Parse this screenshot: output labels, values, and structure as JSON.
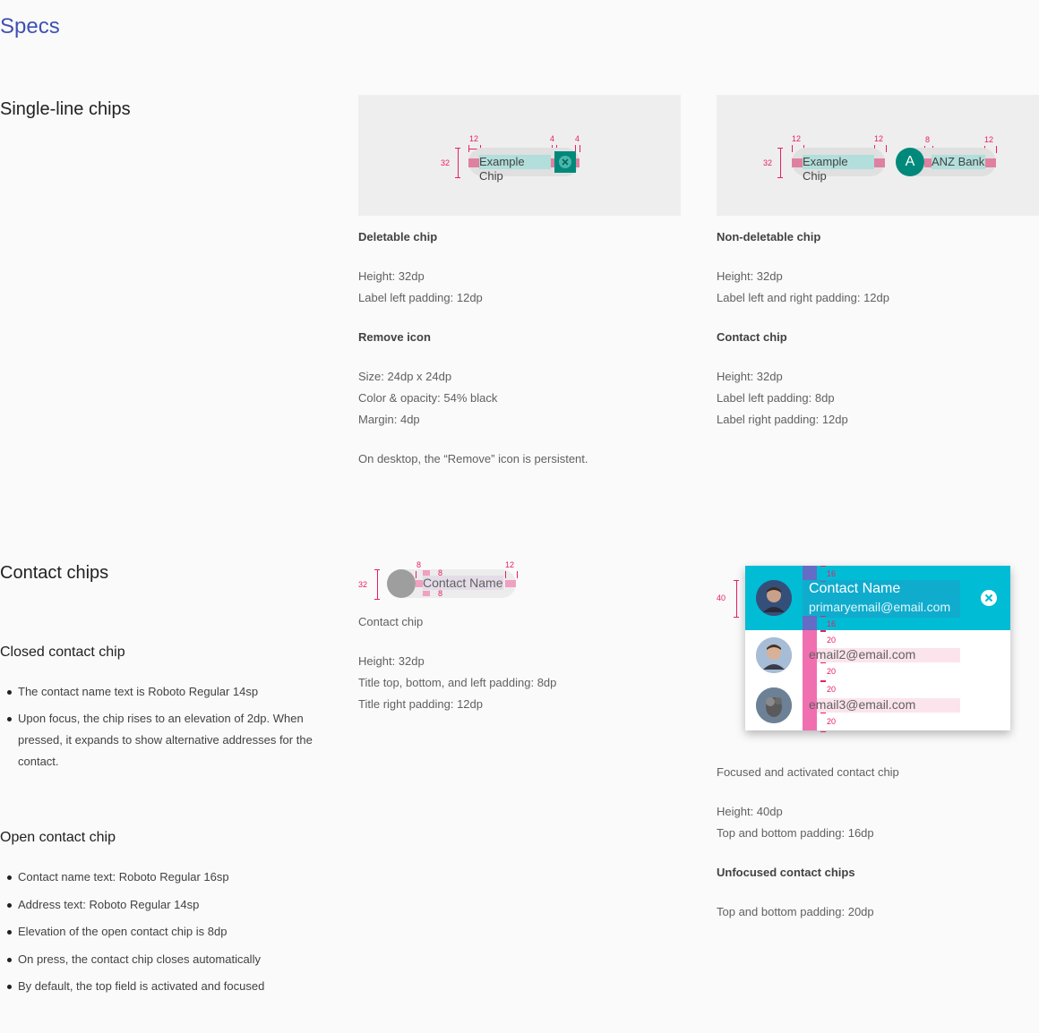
{
  "page_title": "Specs",
  "single_line": {
    "heading": "Single-line chips",
    "deletable": {
      "diagram": {
        "chip_label": "Example Chip",
        "dim_height": "32",
        "dim_left": "12",
        "dim_m1": "4",
        "dim_m2": "4"
      },
      "title": "Deletable chip",
      "height": "Height: 32dp",
      "padding": "Label left padding: 12dp",
      "remove_title": "Remove icon",
      "size": "Size: 24dp x 24dp",
      "color": "Color & opacity: 54% black",
      "margin": "Margin: 4dp",
      "note": "On desktop, the “Remove” icon is persistent."
    },
    "non_deletable": {
      "diagram": {
        "chip_label": "Example Chip",
        "contact_label": "ANZ Bank",
        "avatar_letter": "A",
        "dim_height": "32",
        "dim_left": "12",
        "dim_right": "12",
        "dim_contact_left": "8",
        "dim_contact_right": "12"
      },
      "title": "Non-deletable chip",
      "height": "Height: 32dp",
      "padding": "Label left and right padding: 12dp",
      "contact_title": "Contact chip",
      "contact_height": "Height: 32dp",
      "contact_left": "Label left padding: 8dp",
      "contact_right": "Label right padding: 12dp"
    }
  },
  "contact_chips": {
    "heading": "Contact chips",
    "closed": {
      "heading": "Closed contact chip",
      "bullets": [
        "The contact name text is Roboto Regular 14sp",
        "Upon focus, the chip rises to an elevation of 2dp. When pressed, it expands to show alternative addresses for the contact."
      ]
    },
    "open": {
      "heading": "Open contact chip",
      "bullets": [
        "Contact name text: Roboto Regular 16sp",
        "Address text: Roboto Regular 14sp",
        "Elevation of the open contact chip is 8dp",
        "On press, the contact chip closes automatically",
        "By default, the top field is activated and focused"
      ]
    },
    "contact_chip_spec": {
      "diagram": {
        "label": "Contact Name",
        "dim_height": "32",
        "dim_left": "8",
        "dim_top": "8",
        "dim_bottom": "8",
        "dim_right": "12"
      },
      "title": "Contact chip",
      "height": "Height: 32dp",
      "padding": "Title top, bottom, and left padding: 8dp",
      "right": "Title right padding: 12dp"
    },
    "focused_spec": {
      "diagram": {
        "name": "Contact Name",
        "primary_email": "primaryemail@email.com",
        "email2": "email2@email.com",
        "email3": "email3@email.com",
        "dim_height": "40",
        "dim_16a": "16",
        "dim_16b": "16",
        "dim_20a": "20",
        "dim_20b": "20",
        "dim_20c": "20",
        "dim_20d": "20",
        "accent": "#00bcd4"
      },
      "title": "Focused and activated contact chip",
      "height": "Height: 40dp",
      "padding": "Top and bottom padding: 16dp",
      "unfocused_title": "Unfocused contact chips",
      "unfocused_padding": "Top and bottom padding: 20dp"
    }
  }
}
